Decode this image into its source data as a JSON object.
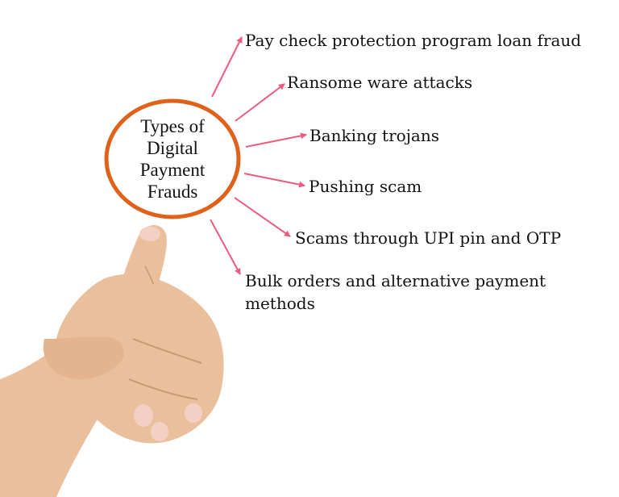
{
  "center": {
    "lines": [
      "Types of",
      "Digital",
      "Payment",
      "Frauds"
    ],
    "ring_color": "#e0611a"
  },
  "arrow_color": "#e95d7f",
  "items": [
    "Pay check protection program loan fraud",
    "Ransome ware attacks",
    "Banking trojans",
    "Pushing scam",
    "Scams through UPI pin and OTP",
    "Bulk orders and alternative payment methods"
  ],
  "hand": {
    "skin_color": "#e9bf9c",
    "shadow_color": "#c99772",
    "nail_color": "#f2d0c3"
  }
}
